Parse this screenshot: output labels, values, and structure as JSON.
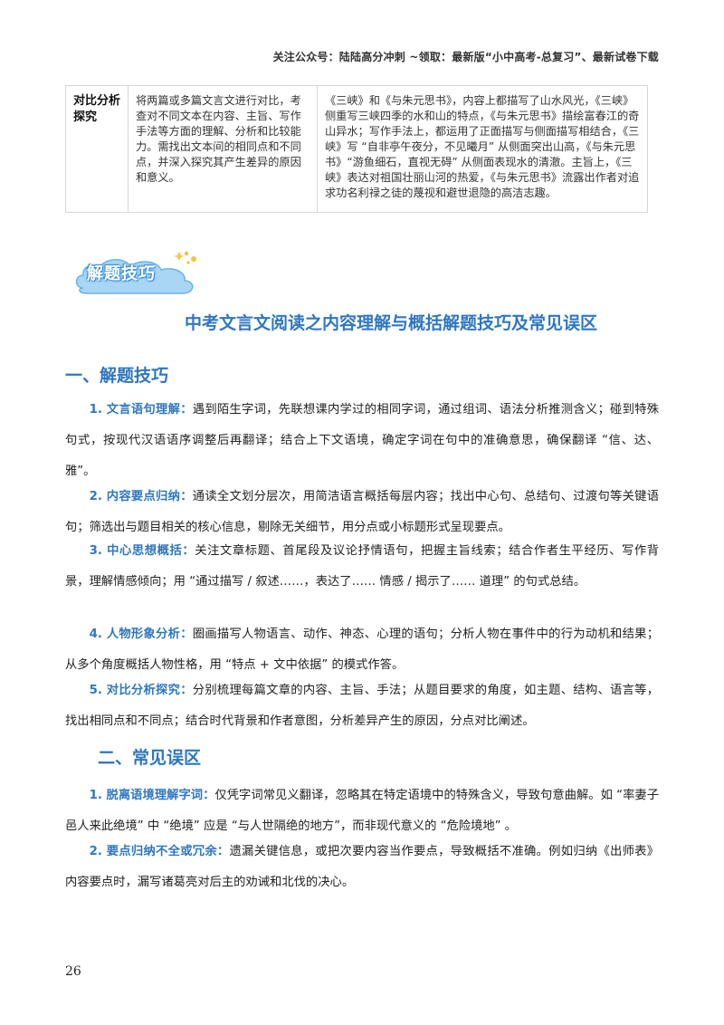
{
  "header": {
    "text": "关注公众号：陆陆高分冲刺  ~领取：最新版“小中高考-总复习”、最新试卷下载"
  },
  "table": {
    "row": {
      "type": "对比分析探究",
      "description": "将两篇或多篇文言文进行对比，考查对不同文本在内容、主旨、写作手法等方面的理解、分析和比较能力。需找出文本间的相同点和不同点，并深入探究其产生差异的原因和意义。",
      "example": "《三峡》和《与朱元思书》，内容上都描写了山水风光，《三峡》侧重写三峡四季的水和山的特点，《与朱元思书》描绘富春江的奇山异水；写作手法上，都运用了正面描写与侧面描写相结合，《三峡》写 “自非亭午夜分，不见曦月” 从侧面突出山高，《与朱元思书》“游鱼细石，直视无碍” 从侧面表现水的清澈。主旨上，《三峡》表达对祖国壮丽山河的热爱，《与朱元思书》流露出作者对追求功名利禄之徒的蔑视和避世退隐的高洁志趣。"
    }
  },
  "badge": {
    "label": "解题技巧"
  },
  "main_title": "中考文言文阅读之内容理解与概括解题技巧及常见误区",
  "section1": {
    "title": "一、解题技巧",
    "items": [
      {
        "lead": "1. 文言语句理解：",
        "text": "遇到陌生字词，先联想课内学过的相同字词，通过组词、语法分析推测含义；碰到特殊句式，按现代汉语语序调整后再翻译；结合上下文语境，确定字词在句中的准确意思，确保翻译 “信、达、雅”。"
      },
      {
        "lead": "2. 内容要点归纳：",
        "text": "通读全文划分层次，用简洁语言概括每层内容；找出中心句、总结句、过渡句等关键语句；筛选出与题目相关的核心信息，剔除无关细节，用分点或小标题形式呈现要点。"
      },
      {
        "lead": "3. 中心思想概括：",
        "text": "关注文章标题、首尾段及议论抒情语句，把握主旨线索；结合作者生平经历、写作背景，理解情感倾向；用 “通过描写 / 叙述……，表达了…… 情感 / 揭示了…… 道理” 的句式总结。"
      },
      {
        "lead": "4. 人物形象分析：",
        "text": "圈画描写人物语言、动作、神态、心理的语句；分析人物在事件中的行为动机和结果；从多个角度概括人物性格，用 “特点 + 文中依据” 的模式作答。"
      },
      {
        "lead": "5. 对比分析探究：",
        "text": "分别梳理每篇文章的内容、主旨、手法；从题目要求的角度，如主题、结构、语言等，找出相同点和不同点；结合时代背景和作者意图，分析差异产生的原因，分点对比阐述。"
      }
    ]
  },
  "section2": {
    "title": "二、常见误区",
    "items": [
      {
        "lead": "1. 脱离语境理解字词：",
        "text": "仅凭字词常见义翻译，忽略其在特定语境中的特殊含义，导致句意曲解。如 “率妻子邑人来此绝境” 中 “绝境” 应是 “与人世隔绝的地方”，而非现代意义的 “危险境地” 。"
      },
      {
        "lead": "2. 要点归纳不全或冗余：",
        "text": "遗漏关键信息，或把次要内容当作要点，导致概括不准确。例如归纳《出师表》内容要点时，漏写诸葛亮对后主的劝诫和北伐的决心。"
      }
    ]
  },
  "page_number": "26"
}
